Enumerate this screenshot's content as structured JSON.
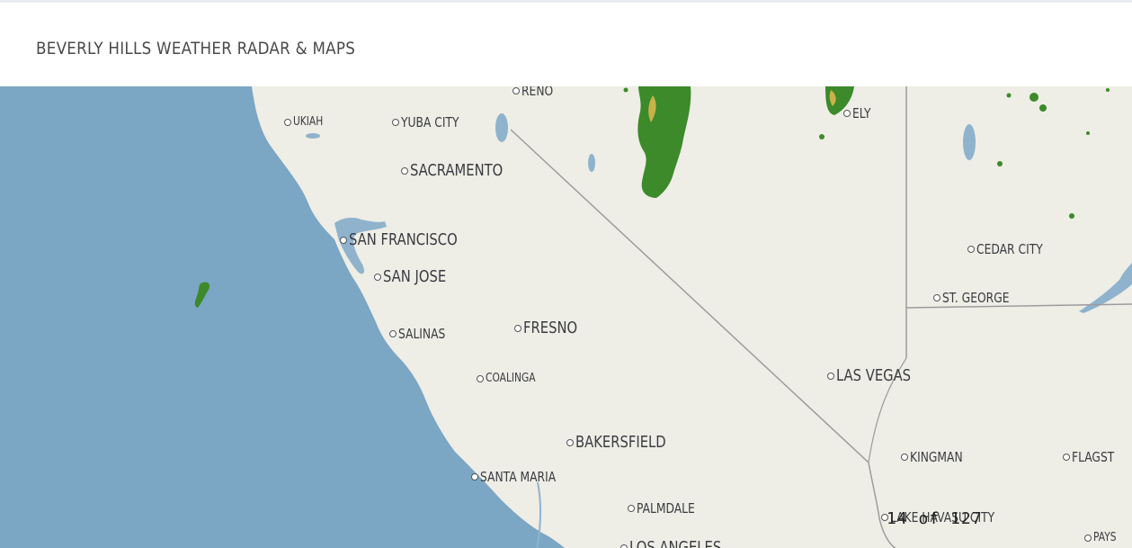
{
  "header": {
    "title": "BEVERLY HILLS WEATHER RADAR & MAPS"
  },
  "map": {
    "colors": {
      "ocean": "#7ba6c4",
      "land": "#eeede6",
      "water": "#8fb3cc",
      "border": "#9c9c9c",
      "radar_green": "#3c8a2a",
      "radar_yellow": "#c9b24a"
    },
    "cities": [
      {
        "id": "reno",
        "name": "RENO"
      },
      {
        "id": "ukiah",
        "name": "UKIAH"
      },
      {
        "id": "yuba-city",
        "name": "YUBA CITY"
      },
      {
        "id": "ely",
        "name": "ELY"
      },
      {
        "id": "sacramento",
        "name": "SACRAMENTO"
      },
      {
        "id": "san-francisco",
        "name": "SAN FRANCISCO"
      },
      {
        "id": "san-jose",
        "name": "SAN JOSE"
      },
      {
        "id": "cedar-city",
        "name": "CEDAR CITY"
      },
      {
        "id": "st-george",
        "name": "ST. GEORGE"
      },
      {
        "id": "salinas",
        "name": "SALINAS"
      },
      {
        "id": "fresno",
        "name": "FRESNO"
      },
      {
        "id": "coalinga",
        "name": "COALINGA"
      },
      {
        "id": "las-vegas",
        "name": "LAS VEGAS"
      },
      {
        "id": "bakersfield",
        "name": "BAKERSFIELD"
      },
      {
        "id": "kingman",
        "name": "KINGMAN"
      },
      {
        "id": "flagstaff",
        "name": "FLAGST"
      },
      {
        "id": "santa-maria",
        "name": "SANTA MARIA"
      },
      {
        "id": "palmdale",
        "name": "PALMDALE"
      },
      {
        "id": "lake-havasu-city",
        "name": "LAKE HAVASU CITY"
      },
      {
        "id": "payson",
        "name": "PAYS"
      },
      {
        "id": "los-angeles",
        "name": "LOS ANGELES"
      }
    ]
  },
  "counter": {
    "text": "14 of 127"
  }
}
